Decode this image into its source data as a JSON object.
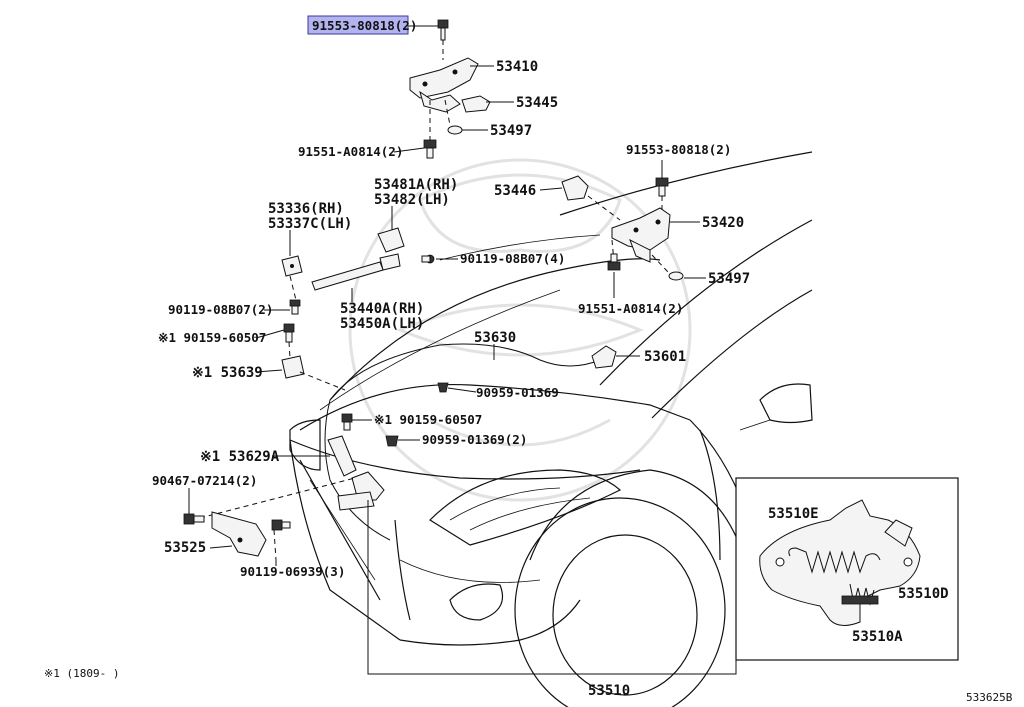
{
  "selected_part": "91553-80818(2)",
  "labels": {
    "p53410": "53410",
    "p53445": "53445",
    "p53497a": "53497",
    "p91551a": "91551-A0814(2)",
    "p91553b": "91553-80818(2)",
    "p53446": "53446",
    "p53420": "53420",
    "p53497b": "53497",
    "p91551b": "91551-A0814(2)",
    "p53481": "53481A(RH)",
    "p53482": "53482(LH)",
    "p90119a": "90119-08B07(4)",
    "p53336": "53336(RH)",
    "p53337": "53337C(LH)",
    "p90119b": "90119-08B07(2)",
    "p53440": "53440A(RH)",
    "p53450": "53450A(LH)",
    "p90159a": "※1 90159-60507",
    "p53639": "※1 53639",
    "p53630": "53630",
    "p90959a": "90959-01369",
    "p53601": "53601",
    "p90159b": "※1 90159-60507",
    "p90959b": "90959-01369(2)",
    "p53629": "※1 53629A",
    "p90467": "90467-07214(2)",
    "p53525": "53525",
    "p90119c": "90119-06939(3)",
    "p53510e": "53510E",
    "p53510d": "53510D",
    "p53510a": "53510A",
    "p53510": "53510"
  },
  "footnote": "※1 (1809-   )",
  "figure_id": "533625B"
}
